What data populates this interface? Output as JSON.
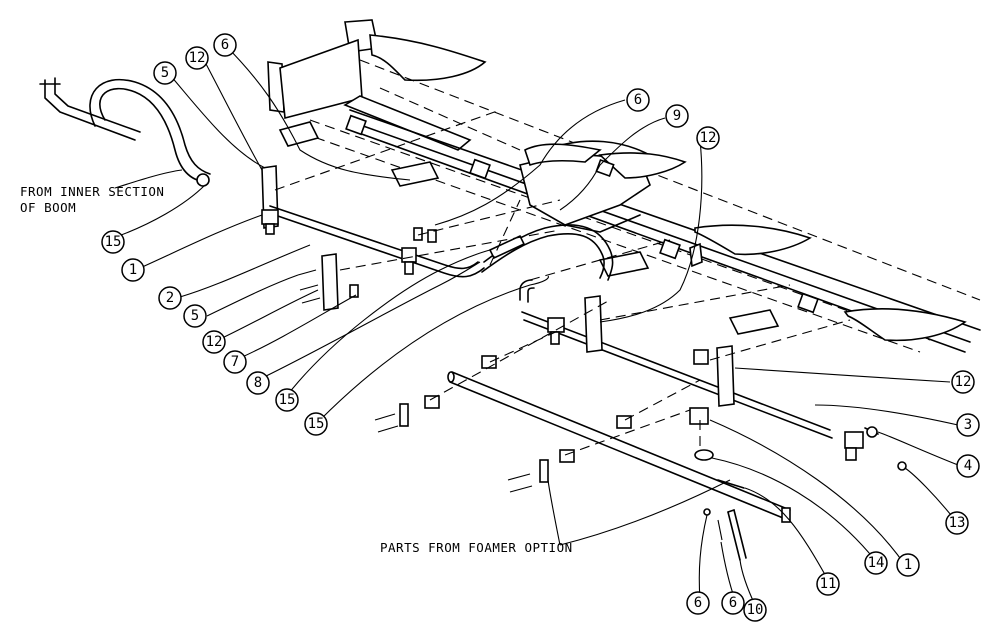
{
  "notes": {
    "inner_line1": "FROM INNER SECTION",
    "inner_line2": "OF BOOM",
    "foamer": "PARTS FROM FOAMER OPTION"
  },
  "callouts": [
    {
      "id": "c1",
      "label": "6"
    },
    {
      "id": "c2",
      "label": "12"
    },
    {
      "id": "c3",
      "label": "5"
    },
    {
      "id": "c4",
      "label": "6"
    },
    {
      "id": "c5",
      "label": "9"
    },
    {
      "id": "c6",
      "label": "12"
    },
    {
      "id": "c7",
      "label": "15"
    },
    {
      "id": "c8",
      "label": "1"
    },
    {
      "id": "c9",
      "label": "2"
    },
    {
      "id": "c10",
      "label": "5"
    },
    {
      "id": "c11",
      "label": "12"
    },
    {
      "id": "c12",
      "label": "7"
    },
    {
      "id": "c13",
      "label": "8"
    },
    {
      "id": "c14",
      "label": "15"
    },
    {
      "id": "c15",
      "label": "15"
    },
    {
      "id": "c16",
      "label": "12"
    },
    {
      "id": "c17",
      "label": "3"
    },
    {
      "id": "c18",
      "label": "4"
    },
    {
      "id": "c19",
      "label": "13"
    },
    {
      "id": "c20",
      "label": "1"
    },
    {
      "id": "c21",
      "label": "14"
    },
    {
      "id": "c22",
      "label": "11"
    },
    {
      "id": "c23",
      "label": "10"
    },
    {
      "id": "c24",
      "label": "6"
    },
    {
      "id": "c25",
      "label": "6"
    }
  ]
}
